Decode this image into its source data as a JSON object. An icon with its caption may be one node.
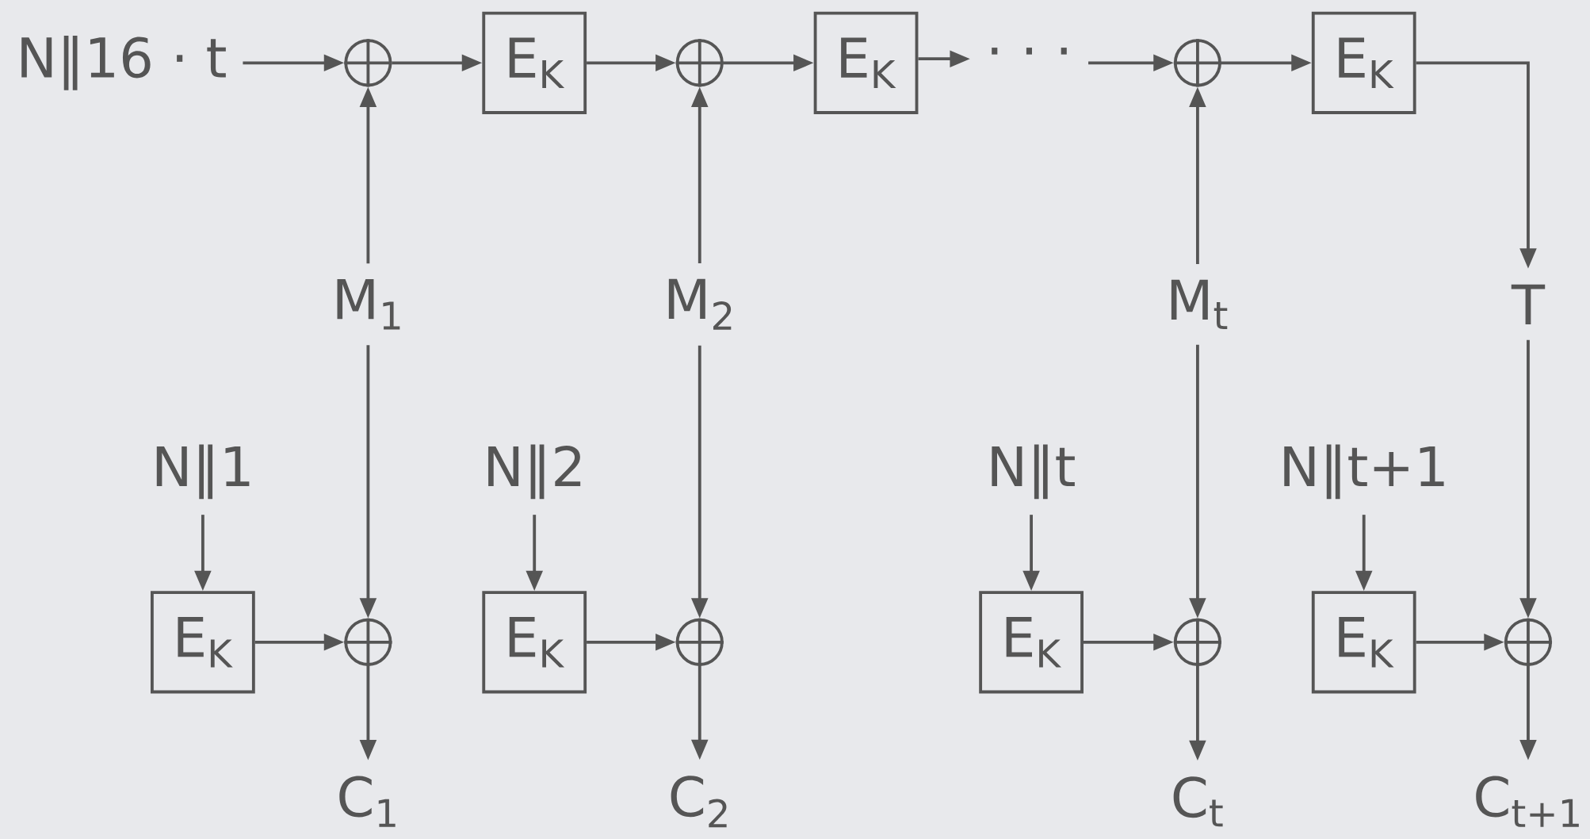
{
  "diagram": {
    "nodes": [
      {
        "text": [
          "N‖16 · t"
        ]
      },
      {
        "text": [],
        "shape": "circle"
      },
      {
        "text": [
          "E$_{K}$"
        ]
      },
      {
        "text": [],
        "shape": "circle"
      },
      {
        "text": [
          "E$_{K}$"
        ]
      },
      {
        "text": [
          "· · ·"
        ]
      },
      {
        "text": [],
        "shape": "circle"
      },
      {
        "text": [
          "E$_{K}$"
        ]
      },
      {
        "text": [
          "M$_{1}$"
        ]
      },
      {
        "text": [
          "M$_{2}$"
        ]
      },
      {
        "text": [
          "M$_{t}$"
        ]
      },
      {
        "text": [
          "T"
        ]
      },
      {
        "text": [
          "N‖1"
        ]
      },
      {
        "text": [
          "N‖2"
        ]
      },
      {
        "text": [
          "N‖t"
        ]
      },
      {
        "text": [
          "N‖t+1"
        ]
      },
      {
        "text": [
          "E$_{K}$"
        ]
      },
      {
        "text": [],
        "shape": "circle"
      },
      {
        "text": [
          "E$_{K}$"
        ]
      },
      {
        "text": [],
        "shape": "circle"
      },
      {
        "text": [
          "E$_{K}$"
        ]
      },
      {
        "text": [],
        "shape": "circle"
      },
      {
        "text": [
          "E$_{K}$"
        ]
      },
      {
        "text": [],
        "shape": "circle"
      },
      {
        "text": [
          "C$_{1}$"
        ]
      },
      {
        "text": [
          "C$_{2}$"
        ]
      },
      {
        "text": [
          "C$_{t}$"
        ]
      },
      {
        "text": [
          "C$_{t+1}$"
        ]
      }
    ],
    "edges": [
      {
        "from": 0,
        "to": 1,
        "arrow": "to"
      },
      {
        "from": 1,
        "to": 2,
        "arrow": "to"
      },
      {
        "from": 2,
        "to": 3,
        "arrow": "to"
      },
      {
        "from": 3,
        "to": 4,
        "arrow": "to"
      },
      {
        "from": 4,
        "to": 5,
        "arrow": "to"
      },
      {
        "from": 5,
        "to": 6,
        "arrow": "to"
      },
      {
        "from": 6,
        "to": 7,
        "arrow": "to"
      },
      {
        "from": 7,
        "to": 11,
        "arrow": "to"
      },
      {
        "from": 8,
        "to": 1,
        "arrow": "to"
      },
      {
        "from": 9,
        "to": 3,
        "arrow": "to"
      },
      {
        "from": 10,
        "to": 6,
        "arrow": "to"
      },
      {
        "from": 8,
        "to": 17,
        "arrow": "to"
      },
      {
        "from": 9,
        "to": 19,
        "arrow": "to"
      },
      {
        "from": 10,
        "to": 21,
        "arrow": "to"
      },
      {
        "from": 11,
        "to": 23,
        "arrow": "to"
      },
      {
        "from": 12,
        "to": 16,
        "arrow": "to"
      },
      {
        "from": 13,
        "to": 18,
        "arrow": "to"
      },
      {
        "from": 14,
        "to": 20,
        "arrow": "to"
      },
      {
        "from": 15,
        "to": 22,
        "arrow": "to"
      },
      {
        "from": 16,
        "to": 17,
        "arrow": "to"
      },
      {
        "from": 18,
        "to": 19,
        "arrow": "to"
      },
      {
        "from": 20,
        "to": 21,
        "arrow": "to"
      },
      {
        "from": 22,
        "to": 23,
        "arrow": "to"
      },
      {
        "from": 17,
        "to": 24,
        "arrow": "to"
      },
      {
        "from": 19,
        "to": 25,
        "arrow": "to"
      },
      {
        "from": 21,
        "to": 26,
        "arrow": "to"
      },
      {
        "from": 23,
        "to": 27,
        "arrow": "to"
      }
    ]
  }
}
